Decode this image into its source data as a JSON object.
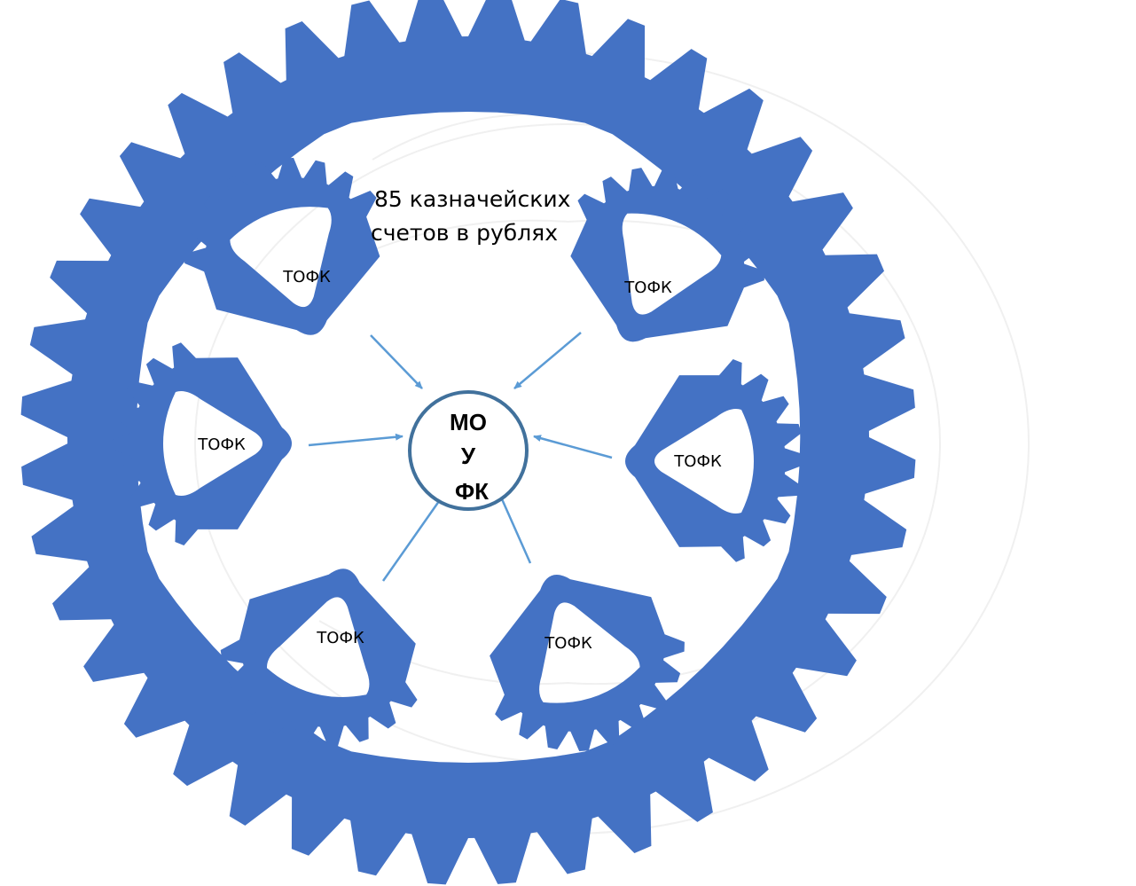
{
  "colors": {
    "gear": "#4472c4",
    "arrow": "#5b9bd5",
    "center_stroke": "#41719c",
    "background": "#ffffff",
    "watermark": "#f0f0f0",
    "text": "#000000"
  },
  "caption": [
    "85 казначейских",
    "счетов в рублях"
  ],
  "center_label": [
    "МО",
    "У",
    "ФК"
  ],
  "satellites": [
    {
      "label": "ТОФК"
    },
    {
      "label": "ТОФК"
    },
    {
      "label": "ТОФК"
    },
    {
      "label": "ТОФК"
    },
    {
      "label": "ТОФК"
    },
    {
      "label": "ТОФК"
    }
  ],
  "outer_gear": {
    "teeth": 40
  },
  "satellite_gear": {
    "teeth": 9
  }
}
